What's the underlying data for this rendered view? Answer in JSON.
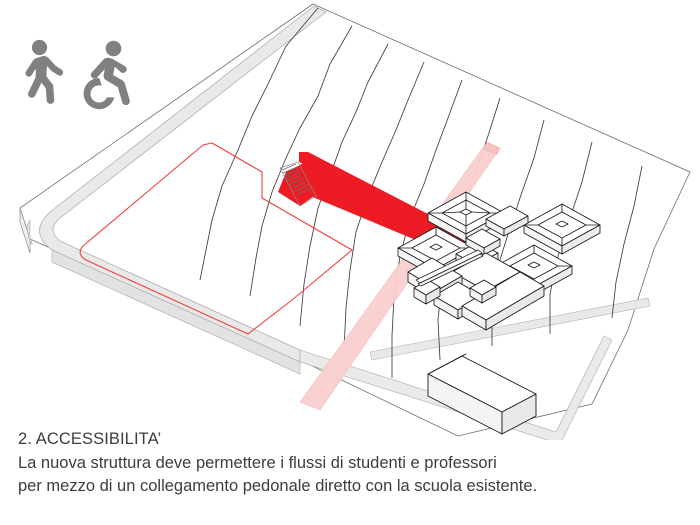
{
  "slide": {
    "background_color": "#ffffff"
  },
  "pictograms": {
    "items": [
      {
        "icon": "pedestrian-walking-icon",
        "label": "Pedestrian"
      },
      {
        "icon": "wheelchair-accessibility-icon",
        "label": "Wheelchair accessibility"
      }
    ],
    "color": "#808080"
  },
  "diagram": {
    "kind": "axonometric-site-plan",
    "colors": {
      "site_base": "#ffffff",
      "site_outline": "#555555",
      "contour_line": "#3a3a3a",
      "road_band": "#e9e9e9",
      "road_outline": "#9a9a9a",
      "new_plot_outline": "#f04040",
      "connection_red": "#ed1c24",
      "flow_band_pink": "#f9cfcf",
      "building_outline": "#1a1a1a",
      "building_fill": "#ffffff"
    },
    "layers": [
      {
        "name": "site-base-plate",
        "description": "Axonometric ground plate of the site"
      },
      {
        "name": "contour-lines",
        "description": "Topographic contour lines across the slope",
        "count": 8
      },
      {
        "name": "perimeter-road-band",
        "description": "Grey road / boundary band with rounded corner at west"
      },
      {
        "name": "new-building-plot",
        "description": "Red outlined plot for the new structure"
      },
      {
        "name": "pedestrian-connection",
        "description": "Solid red direct pedestrian link with stepped ramp at its west end"
      },
      {
        "name": "flow-band",
        "description": "Pale pink band of student and teacher flows crossing the site"
      },
      {
        "name": "existing-school",
        "description": "Existing school: four pavilions with pyramidal roofs linked by corridors",
        "pavilions": 4
      },
      {
        "name": "gymnasium-bar",
        "description": "Separate elongated bar-shaped volume to the south-east"
      }
    ]
  },
  "caption": {
    "title": "2. ACCESSIBILITA’",
    "lines": [
      "La nuova struttura deve permettere i flussi di studenti e professori",
      "per mezzo di un collegamento pedonale diretto con la scuola esistente."
    ]
  }
}
